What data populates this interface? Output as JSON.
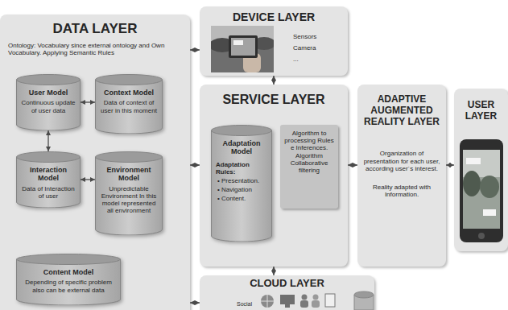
{
  "diagram": {
    "nodes": [
      {
        "text": [
          "DATA LAYER",
          "Ontology: Vocabulary since external ontology and Own Vocabulary. Applying Semantic Rules"
        ]
      },
      {
        "text": [
          "User Model",
          "Continuous update of user data"
        ],
        "in": 0
      },
      {
        "text": [
          "Context Model",
          "Data of context of user in this moment"
        ],
        "in": 0
      },
      {
        "text": [
          "Interaction Model",
          "Data of Interaction of user"
        ],
        "in": 0
      },
      {
        "text": [
          "Environment Model",
          "Unpredictable Environment In this model represented all environment"
        ],
        "in": 0
      },
      {
        "text": [
          "Content Model",
          "Depending of specific problem also can be external data"
        ],
        "in": 0
      },
      {
        "text": [
          "DEVICE LAYER",
          "Sensors",
          "Camera",
          "..."
        ]
      },
      {
        "text": [
          "SERVICE LAYER"
        ]
      },
      {
        "text": [
          "Adaptation Model",
          "Adaptation Rules:",
          "• Presentation.",
          "• Navigation",
          "• Content."
        ],
        "in": 7
      },
      {
        "text": [
          "Algorithm to processing Rules e Inferences. Algorithm Collaborative filtering"
        ],
        "in": 7
      },
      {
        "text": [
          "ADAPTIVE AUGMENTED REALITY LAYER",
          "Organization of presentation for each user, according user´s interest.",
          "Reality adapted with Information."
        ]
      },
      {
        "text": [
          "USER LAYER"
        ]
      },
      {
        "text": [
          "CLOUD LAYER",
          "Social"
        ]
      }
    ],
    "edges": [
      {
        "from": 0,
        "to": 6,
        "arrow": "both"
      },
      {
        "from": 1,
        "to": 2,
        "arrow": "both"
      },
      {
        "from": 1,
        "to": 3,
        "arrow": "both"
      },
      {
        "from": 3,
        "to": 4,
        "arrow": "both"
      },
      {
        "from": 6,
        "to": 7,
        "arrow": "both"
      },
      {
        "from": 0,
        "to": 7,
        "arrow": "both"
      },
      {
        "from": 7,
        "to": 10,
        "arrow": "both"
      },
      {
        "from": 10,
        "to": 11,
        "arrow": "both"
      },
      {
        "from": 7,
        "to": 12,
        "arrow": "both"
      },
      {
        "from": 0,
        "to": 12,
        "arrow": "both"
      }
    ]
  }
}
